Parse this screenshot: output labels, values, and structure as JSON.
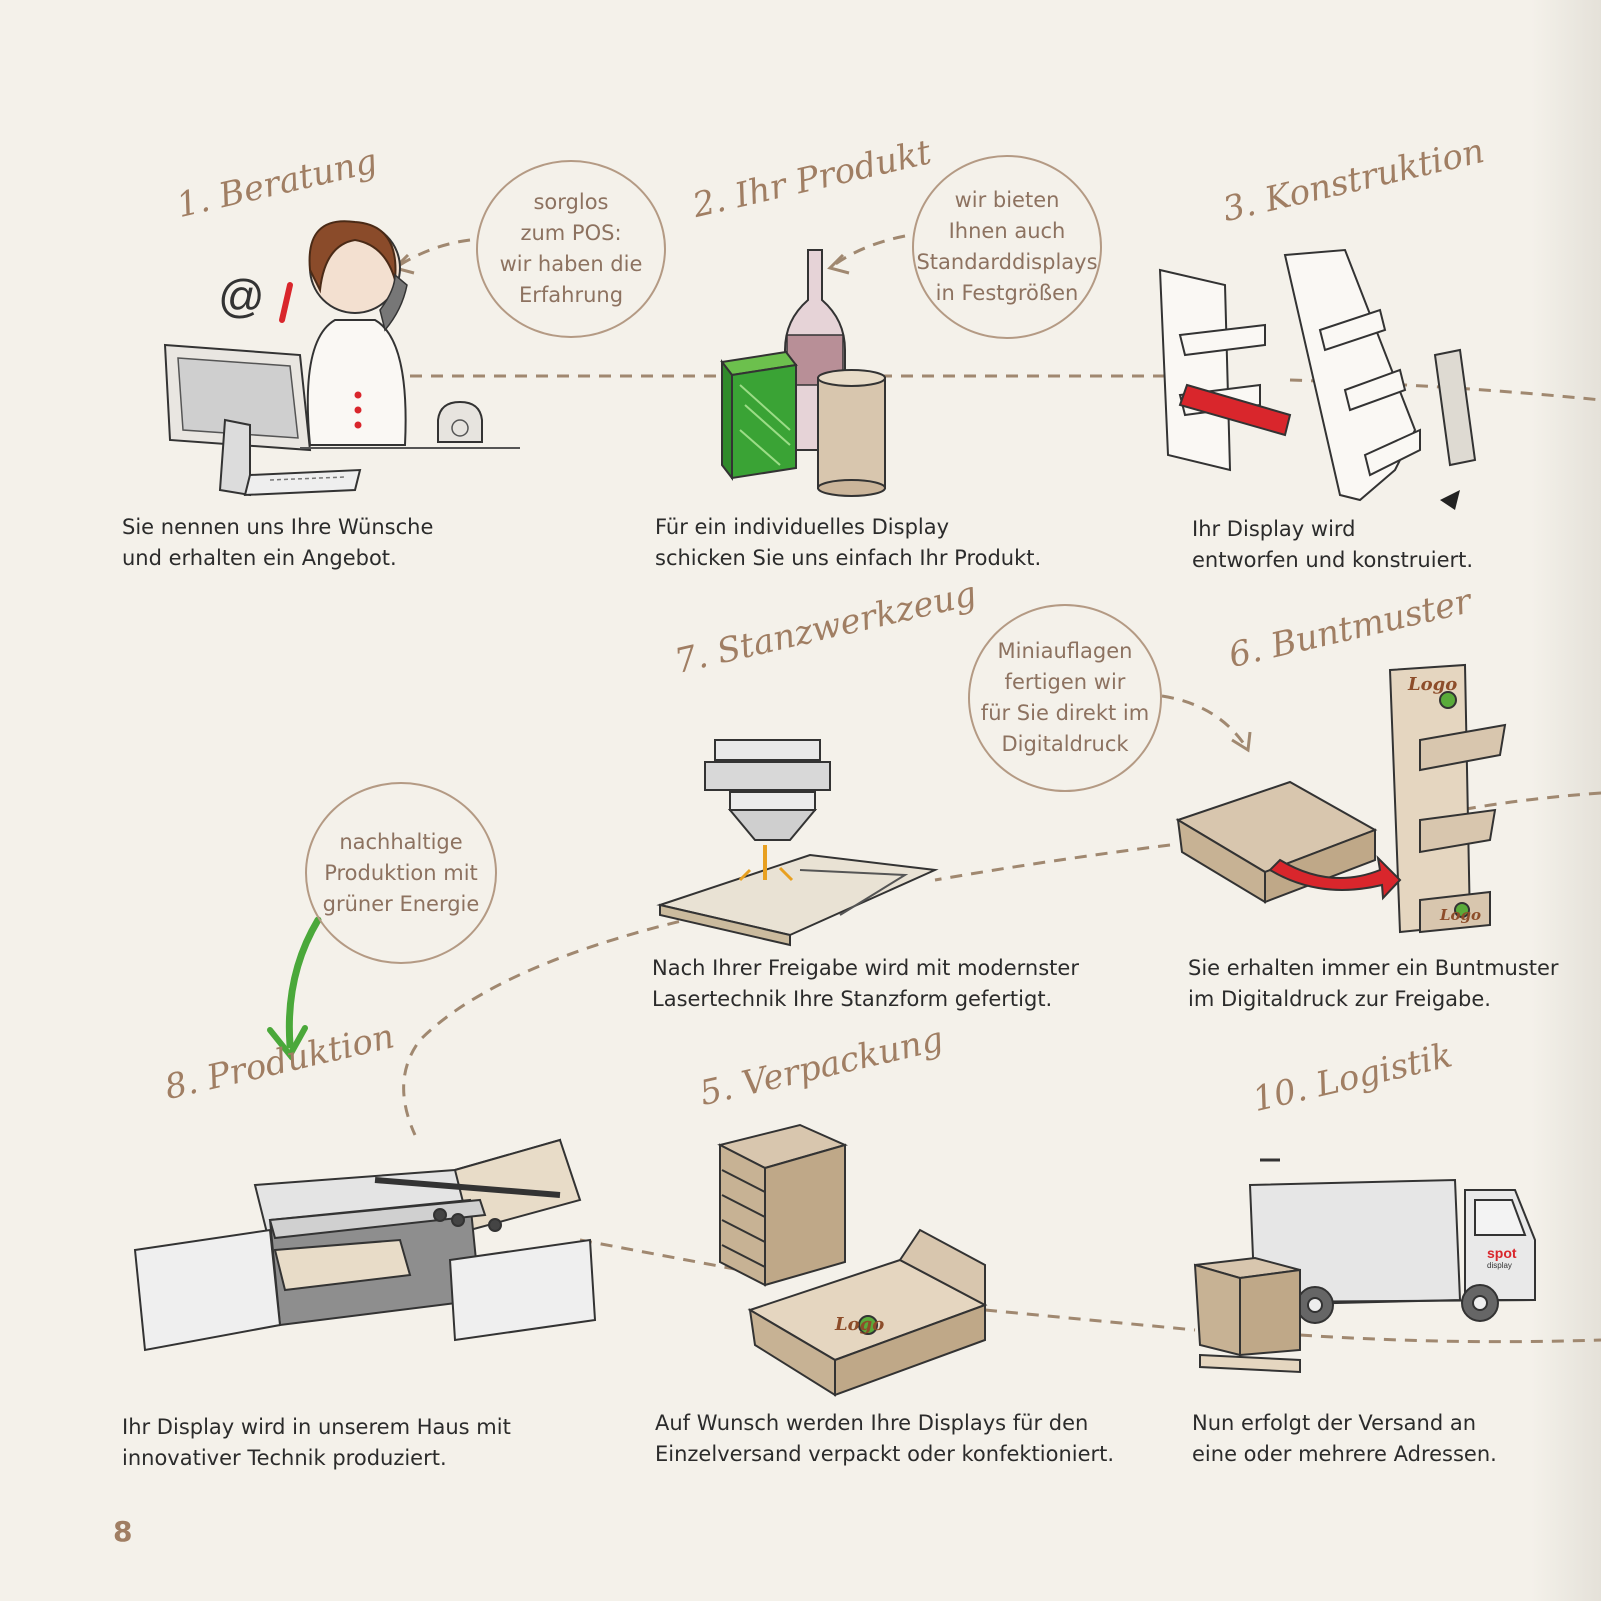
{
  "steps": [
    {
      "title": "1. Beratung",
      "caption": [
        "Sie nennen uns Ihre Wünsche",
        "und erhalten ein Angebot."
      ]
    },
    {
      "title": "2. Ihr Produkt",
      "caption": [
        "Für ein individuelles Display",
        "schicken Sie uns einfach Ihr Produkt."
      ]
    },
    {
      "title": "3. Konstruktion",
      "caption": [
        "Ihr Display wird",
        "entworfen und konstruiert."
      ]
    },
    {
      "title": "7. Stanzwerkzeug",
      "caption": [
        "Nach Ihrer Freigabe wird mit modernster",
        "Lasertechnik Ihre Stanzform gefertigt."
      ]
    },
    {
      "title": "6. Buntmuster",
      "caption": [
        "Sie erhalten immer ein Buntmuster",
        "im Digitaldruck zur Freigabe."
      ]
    },
    {
      "title": "8. Produktion",
      "caption": [
        "Ihr Display wird in unserem Haus mit",
        "innovativer Technik produziert."
      ]
    },
    {
      "title": "5. Verpackung",
      "caption": [
        "Auf Wunsch werden Ihre Displays für den",
        "Einzelversand verpackt oder konfektioniert."
      ]
    },
    {
      "title": "10. Logistik",
      "caption": [
        "Nun erfolgt der Versand an",
        "eine oder mehrere Adressen."
      ]
    }
  ],
  "bubbles": [
    {
      "lines": [
        "sorglos",
        "zum POS:",
        "wir haben die",
        "Erfahrung"
      ]
    },
    {
      "lines": [
        "wir bieten",
        "Ihnen auch",
        "Standarddisplays",
        "in Festgrößen"
      ]
    },
    {
      "lines": [
        "Miniauflagen",
        "fertigen wir",
        "für Sie direkt im",
        "Digitaldruck"
      ]
    },
    {
      "lines": [
        "nachhaltige",
        "Produktion mit",
        "grüner Energie"
      ]
    }
  ],
  "illustration_text": {
    "at_sign": "@",
    "logo": "Logo",
    "truck_brand": "spot",
    "truck_brand_sub": "display"
  },
  "page_number": "8",
  "colors": {
    "background": "#f4f1ea",
    "title_brown": "#a07e63",
    "bubble_border": "#b49a84",
    "cardboard": "#d8c6ae",
    "accent_red": "#d9262c",
    "accent_green": "#3aa335"
  }
}
